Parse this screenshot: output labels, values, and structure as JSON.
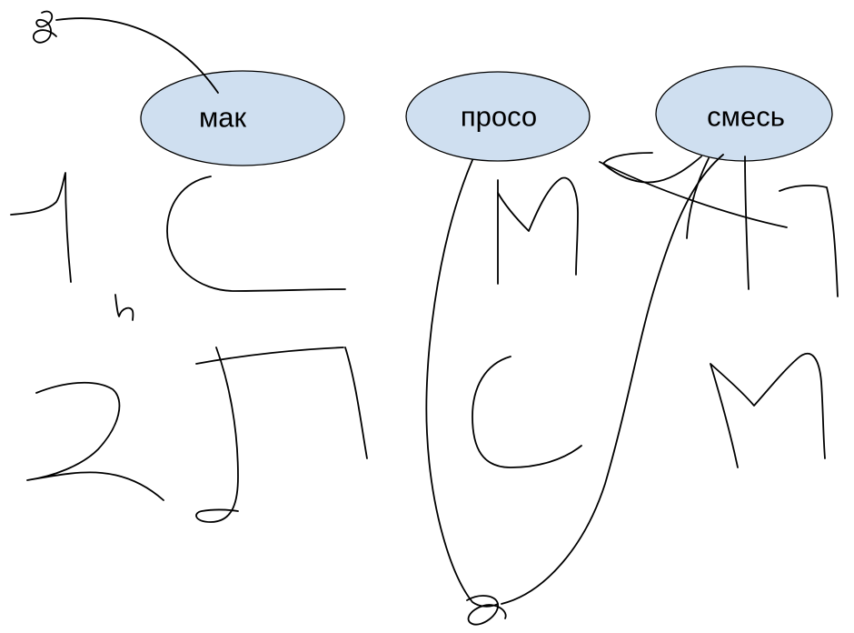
{
  "ovals": [
    {
      "id": "mak",
      "label": "мак",
      "color": "#cfdff0"
    },
    {
      "id": "proso",
      "label": "просо",
      "color": "#cfdff0"
    },
    {
      "id": "smes",
      "label": "смесь",
      "color": "#cfdff0"
    }
  ],
  "ink_color": "#000000"
}
